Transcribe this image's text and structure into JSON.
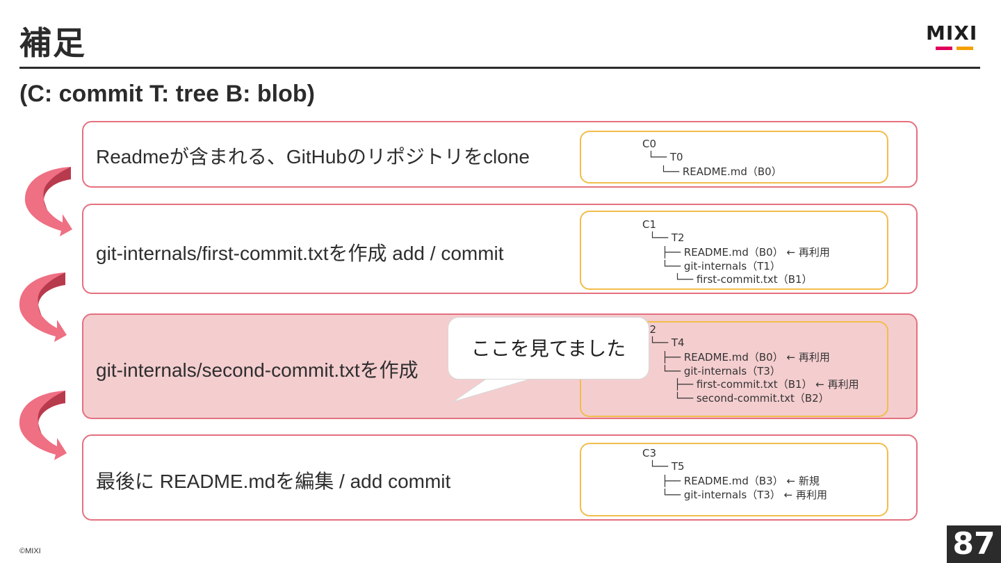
{
  "slide": {
    "title": "補足",
    "subtitle": "(C: commit T: tree B: blob)",
    "footer": "©MIXI",
    "page_number": "87",
    "logo": {
      "text": "MIXI",
      "colors": [
        "#e0005a",
        "#f5a000"
      ]
    }
  },
  "steps": [
    {
      "label": "Readmeが含まれる、GitHubのリポジトリをclone",
      "tree": [
        "C0",
        "└── T0",
        "└── README.md（B0）"
      ]
    },
    {
      "label": "git-internals/first-commit.txtを作成 add / commit",
      "tree": [
        "C1",
        "└── T2",
        "├── README.md（B0） ← 再利用",
        "└── git-internals（T1）",
        "└── first-commit.txt（B1）"
      ]
    },
    {
      "label": "git-internals/second-commit.txtを作成",
      "tree": [
        "C2",
        "└── T4",
        "├── README.md（B0） ← 再利用",
        "└── git-internals（T3）",
        "├── first-commit.txt（B1） ← 再利用",
        "└── second-commit.txt（B2）"
      ]
    },
    {
      "label": "最後に README.mdを編集 / add commit",
      "tree": [
        "C3",
        "└── T5",
        "├── README.md（B3） ← 新規",
        "└── git-internals（T3） ← 再利用"
      ]
    }
  ],
  "callout": {
    "text": "ここを見てました"
  },
  "colors": {
    "step_border": "#e4707f",
    "tree_border": "#f2bd4b",
    "highlight_fill": "#f4cdcf",
    "arrow_dark": "#b83a4d",
    "arrow_light": "#ef6f83"
  }
}
